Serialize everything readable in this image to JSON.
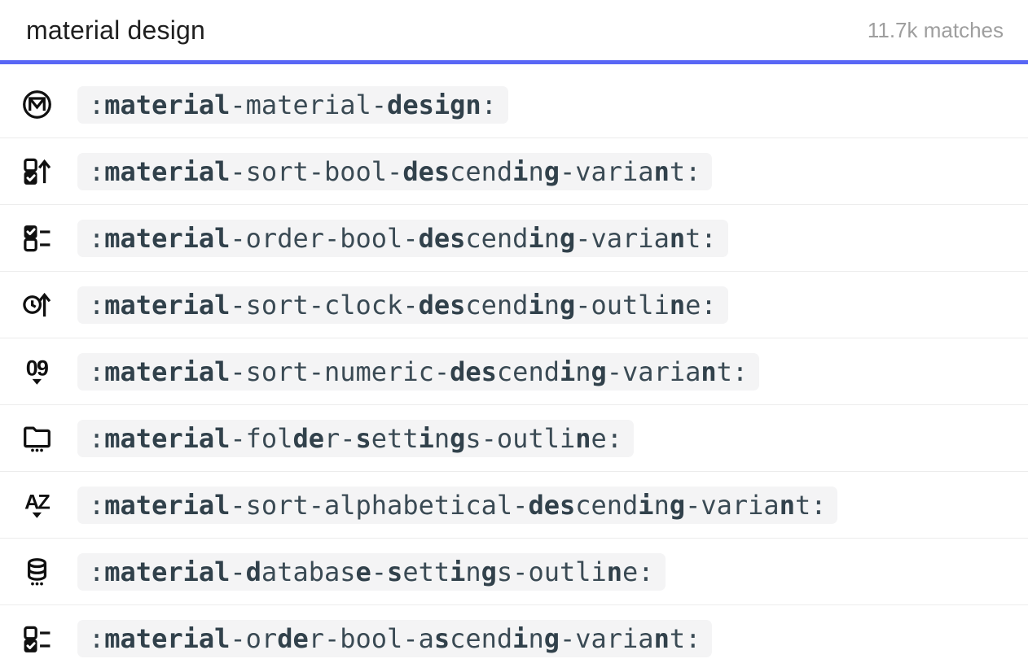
{
  "header": {
    "query": "material design",
    "matches": "11.7k matches"
  },
  "colors": {
    "accent_bar": "#5866f5",
    "chip_background": "#f4f4f5",
    "chip_text": "#3a4a54",
    "icon": "#101010",
    "title_text": "#1f1f1f",
    "matches_text": "#9e9e9e",
    "separator": "#ececec"
  },
  "results": [
    {
      "icon": "material-design-icon",
      "code": ":material-material-design:",
      "segments": [
        [
          ":",
          0
        ],
        [
          "material",
          1
        ],
        [
          "-material-",
          0
        ],
        [
          "design",
          1
        ],
        [
          ":",
          0
        ]
      ]
    },
    {
      "icon": "sort-bool-descending-variant-icon",
      "code": ":material-sort-bool-descending-variant:",
      "segments": [
        [
          ":",
          0
        ],
        [
          "material",
          1
        ],
        [
          "-sort-bool-",
          0
        ],
        [
          "des",
          1
        ],
        [
          "cend",
          0
        ],
        [
          "i",
          1
        ],
        [
          "n",
          0
        ],
        [
          "g",
          1
        ],
        [
          "-varia",
          0
        ],
        [
          "n",
          1
        ],
        [
          "t:",
          0
        ]
      ]
    },
    {
      "icon": "order-bool-descending-variant-icon",
      "code": ":material-order-bool-descending-variant:",
      "segments": [
        [
          ":",
          0
        ],
        [
          "material",
          1
        ],
        [
          "-order-bool-",
          0
        ],
        [
          "des",
          1
        ],
        [
          "cend",
          0
        ],
        [
          "i",
          1
        ],
        [
          "n",
          0
        ],
        [
          "g",
          1
        ],
        [
          "-varia",
          0
        ],
        [
          "n",
          1
        ],
        [
          "t:",
          0
        ]
      ]
    },
    {
      "icon": "sort-clock-descending-outline-icon",
      "code": ":material-sort-clock-descending-outline:",
      "segments": [
        [
          ":",
          0
        ],
        [
          "material",
          1
        ],
        [
          "-sort-clock-",
          0
        ],
        [
          "des",
          1
        ],
        [
          "cend",
          0
        ],
        [
          "i",
          1
        ],
        [
          "n",
          0
        ],
        [
          "g",
          1
        ],
        [
          "-outli",
          0
        ],
        [
          "n",
          1
        ],
        [
          "e:",
          0
        ]
      ]
    },
    {
      "icon": "sort-numeric-descending-variant-icon",
      "code": ":material-sort-numeric-descending-variant:",
      "segments": [
        [
          ":",
          0
        ],
        [
          "material",
          1
        ],
        [
          "-sort-numeric-",
          0
        ],
        [
          "des",
          1
        ],
        [
          "cend",
          0
        ],
        [
          "i",
          1
        ],
        [
          "n",
          0
        ],
        [
          "g",
          1
        ],
        [
          "-varia",
          0
        ],
        [
          "n",
          1
        ],
        [
          "t:",
          0
        ]
      ]
    },
    {
      "icon": "folder-settings-outline-icon",
      "code": ":material-folder-settings-outline:",
      "segments": [
        [
          ":",
          0
        ],
        [
          "material",
          1
        ],
        [
          "-fol",
          0
        ],
        [
          "de",
          1
        ],
        [
          "r-",
          0
        ],
        [
          "s",
          1
        ],
        [
          "ett",
          0
        ],
        [
          "i",
          1
        ],
        [
          "n",
          0
        ],
        [
          "g",
          1
        ],
        [
          "s-outli",
          0
        ],
        [
          "n",
          1
        ],
        [
          "e:",
          0
        ]
      ]
    },
    {
      "icon": "sort-alphabetical-descending-variant-icon",
      "code": ":material-sort-alphabetical-descending-variant:",
      "segments": [
        [
          ":",
          0
        ],
        [
          "material",
          1
        ],
        [
          "-sort-alphabetical-",
          0
        ],
        [
          "des",
          1
        ],
        [
          "cend",
          0
        ],
        [
          "i",
          1
        ],
        [
          "n",
          0
        ],
        [
          "g",
          1
        ],
        [
          "-varia",
          0
        ],
        [
          "n",
          1
        ],
        [
          "t:",
          0
        ]
      ]
    },
    {
      "icon": "database-settings-outline-icon",
      "code": ":material-database-settings-outline:",
      "segments": [
        [
          ":",
          0
        ],
        [
          "material",
          1
        ],
        [
          "-",
          0
        ],
        [
          "d",
          1
        ],
        [
          "atabas",
          0
        ],
        [
          "e",
          1
        ],
        [
          "-",
          0
        ],
        [
          "s",
          1
        ],
        [
          "ett",
          0
        ],
        [
          "i",
          1
        ],
        [
          "n",
          0
        ],
        [
          "g",
          1
        ],
        [
          "s-outli",
          0
        ],
        [
          "n",
          1
        ],
        [
          "e:",
          0
        ]
      ]
    },
    {
      "icon": "order-bool-ascending-variant-icon",
      "code": ":material-order-bool-ascending-variant:",
      "segments": [
        [
          ":",
          0
        ],
        [
          "material",
          1
        ],
        [
          "-or",
          0
        ],
        [
          "de",
          1
        ],
        [
          "r-bool-a",
          0
        ],
        [
          "s",
          1
        ],
        [
          "cend",
          0
        ],
        [
          "i",
          1
        ],
        [
          "n",
          0
        ],
        [
          "g",
          1
        ],
        [
          "-varia",
          0
        ],
        [
          "n",
          1
        ],
        [
          "t:",
          0
        ]
      ]
    }
  ]
}
